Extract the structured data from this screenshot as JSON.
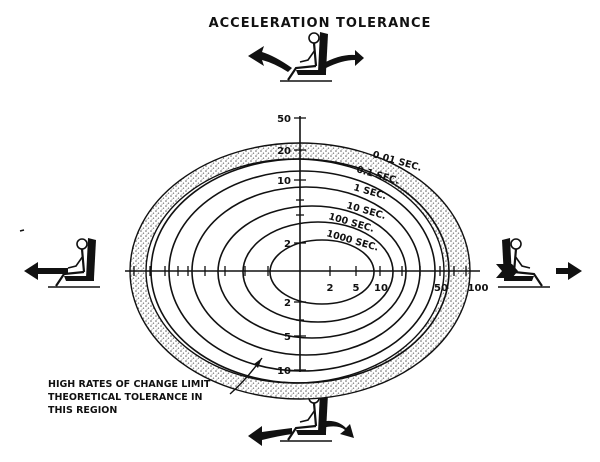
{
  "title": "ACCELERATION TOLERANCE",
  "contours": [
    {
      "label": "0.01 SEC."
    },
    {
      "label": "0.1 SEC."
    },
    {
      "label": "1 SEC."
    },
    {
      "label": "10 SEC."
    },
    {
      "label": "100 SEC."
    },
    {
      "label": "1000 SEC."
    }
  ],
  "vertical_tick_labels": {
    "up": [
      "50",
      "20",
      "10",
      "2"
    ],
    "down": [
      "2",
      "5",
      "10"
    ]
  },
  "horizontal_tick_labels": [
    "2",
    "5",
    "10",
    "50",
    "100"
  ],
  "note_lines": [
    "HIGH RATES OF CHANGE LIMIT",
    "THEORETICAL TOLERANCE IN",
    "THIS REGION"
  ],
  "icons": [
    "seated-pilot-icon",
    "direction-arrow-icon"
  ],
  "colors": {
    "ink": "#111111",
    "shade": "#8a8a8a"
  }
}
